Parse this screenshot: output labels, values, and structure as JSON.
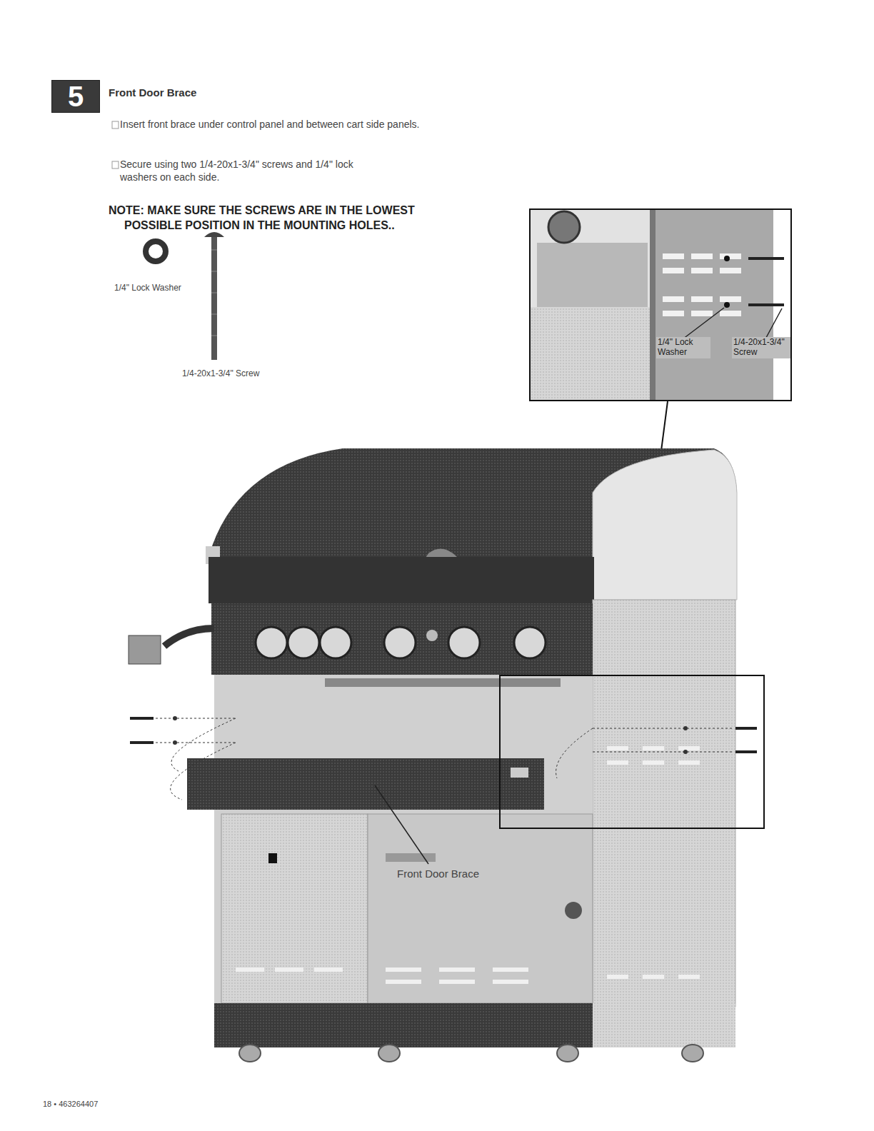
{
  "diagram": {
    "title": "Front Door Brace",
    "nodes": [
      {
        "text": [
          "5"
        ]
      },
      {
        "text": [
          "1/4\" Lock Washer",
          "1/4-20x1-3/4\" Screw"
        ]
      }
    ],
    "labels": [
      "Insert front brace under control panel and between cart side panels.",
      "Secure using two 1/4-20x1-3/4\" screws and 1/4\" lock washers on each side.",
      "NOTE: MAKE SURE THE SCREWS ARE IN THE LOWEST POSSIBLE POSITION IN THE MOUNTING HOLES..",
      "1/4\" Lock Washer",
      "1/4-20x1-3/4\" Screw",
      "Front Door Brace",
      "18 • 463264407"
    ]
  }
}
